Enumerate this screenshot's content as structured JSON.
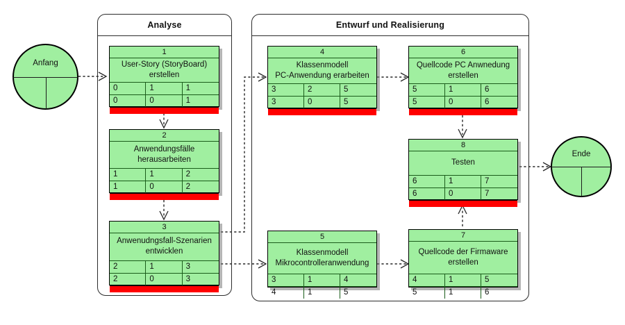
{
  "diagram": {
    "title_absent": true,
    "colors": {
      "node_fill": "#a0efa0",
      "node_border": "#000000",
      "critical_bar": "#ff0000",
      "connector": "#262626",
      "panel_border": "#2b2b2b"
    }
  },
  "terminators": [
    {
      "id": "anfang",
      "label": "Anfang"
    },
    {
      "id": "ende",
      "label": "Ende"
    }
  ],
  "panels": [
    {
      "id": "analyse",
      "title": "Analyse"
    },
    {
      "id": "entwurf",
      "title": "Entwurf und Realisierung"
    }
  ],
  "nodes": [
    {
      "id": "1",
      "label_lines": [
        "User-Story (StoryBoard)",
        "erstellen"
      ],
      "row_top": [
        "0",
        "1",
        "1"
      ],
      "row_bottom": [
        "0",
        "0",
        "1"
      ],
      "critical": true
    },
    {
      "id": "2",
      "label_lines": [
        "Anwendungsfälle",
        "herausarbeiten"
      ],
      "row_top": [
        "1",
        "1",
        "2"
      ],
      "row_bottom": [
        "1",
        "0",
        "2"
      ],
      "critical": true
    },
    {
      "id": "3",
      "label_lines": [
        "Anwenudngsfall-Szenarien",
        "entwicklen"
      ],
      "row_top": [
        "2",
        "1",
        "3"
      ],
      "row_bottom": [
        "2",
        "0",
        "3"
      ],
      "critical": true
    },
    {
      "id": "4",
      "label_lines": [
        "Klassenmodell",
        "PC-Anwendung erarbeiten"
      ],
      "row_top": [
        "3",
        "2",
        "5"
      ],
      "row_bottom": [
        "3",
        "0",
        "5"
      ],
      "critical": true
    },
    {
      "id": "5",
      "label_lines": [
        "Klassenmodell",
        "Mikrocontrolleranwendung"
      ],
      "row_top": [
        "3",
        "1",
        "4"
      ],
      "row_bottom": [
        "4",
        "1",
        "5"
      ],
      "critical": false
    },
    {
      "id": "6",
      "label_lines": [
        "Quellcode PC Anwnedung",
        "erstellen"
      ],
      "row_top": [
        "5",
        "1",
        "6"
      ],
      "row_bottom": [
        "5",
        "0",
        "6"
      ],
      "critical": true
    },
    {
      "id": "7",
      "label_lines": [
        "Quellcode der Firmaware",
        "erstellen"
      ],
      "row_top": [
        "4",
        "1",
        "5"
      ],
      "row_bottom": [
        "5",
        "1",
        "6"
      ],
      "critical": false
    },
    {
      "id": "8",
      "label_lines": [
        "Testen"
      ],
      "row_top": [
        "6",
        "1",
        "7"
      ],
      "row_bottom": [
        "6",
        "0",
        "7"
      ],
      "critical": true
    }
  ]
}
